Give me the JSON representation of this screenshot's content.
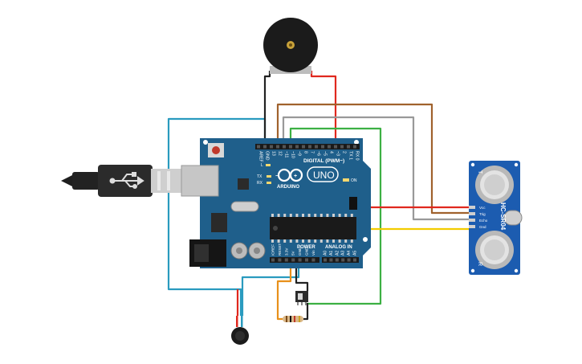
{
  "board": {
    "brand": "ARDUINO",
    "model": "UNO",
    "digital_header": "DIGITAL (PWM~)",
    "power_header": "POWER",
    "analog_header": "ANALOG IN",
    "on_label": "ON",
    "tx_label": "TX",
    "rx_label": "RX",
    "l_label": "L",
    "digital_pins": [
      "AREF",
      "GND",
      "13",
      "12",
      "~11",
      "~10",
      "~9",
      "8",
      "7",
      "~6",
      "~5",
      "4",
      "~3",
      "2",
      "TX 1",
      "RX 0"
    ],
    "power_pins": [
      "IOREF",
      "RESET",
      "3.3V",
      "5V",
      "GND",
      "GND",
      "Vin"
    ],
    "analog_pins": [
      "A0",
      "A1",
      "A2",
      "A3",
      "A4",
      "A5"
    ]
  },
  "sensor": {
    "model": "HC-SR04",
    "pins": [
      "Vcc",
      "Trig",
      "Echo",
      "Gnd"
    ]
  },
  "colors": {
    "board": "#1f5f8b",
    "wire_red": "#e0281e",
    "wire_black": "#222222",
    "wire_brown": "#a0622d",
    "wire_gray": "#999999",
    "wire_green": "#3cb043",
    "wire_yellow": "#f2cc00",
    "wire_teal": "#2a9bbf",
    "wire_orange": "#e8901a",
    "sensor_board": "#1c5cb0"
  },
  "components": [
    "piezo-buzzer",
    "usb-cable",
    "arduino-uno",
    "ultrasonic-sensor",
    "slide-switch",
    "resistor",
    "vibration-motor"
  ]
}
